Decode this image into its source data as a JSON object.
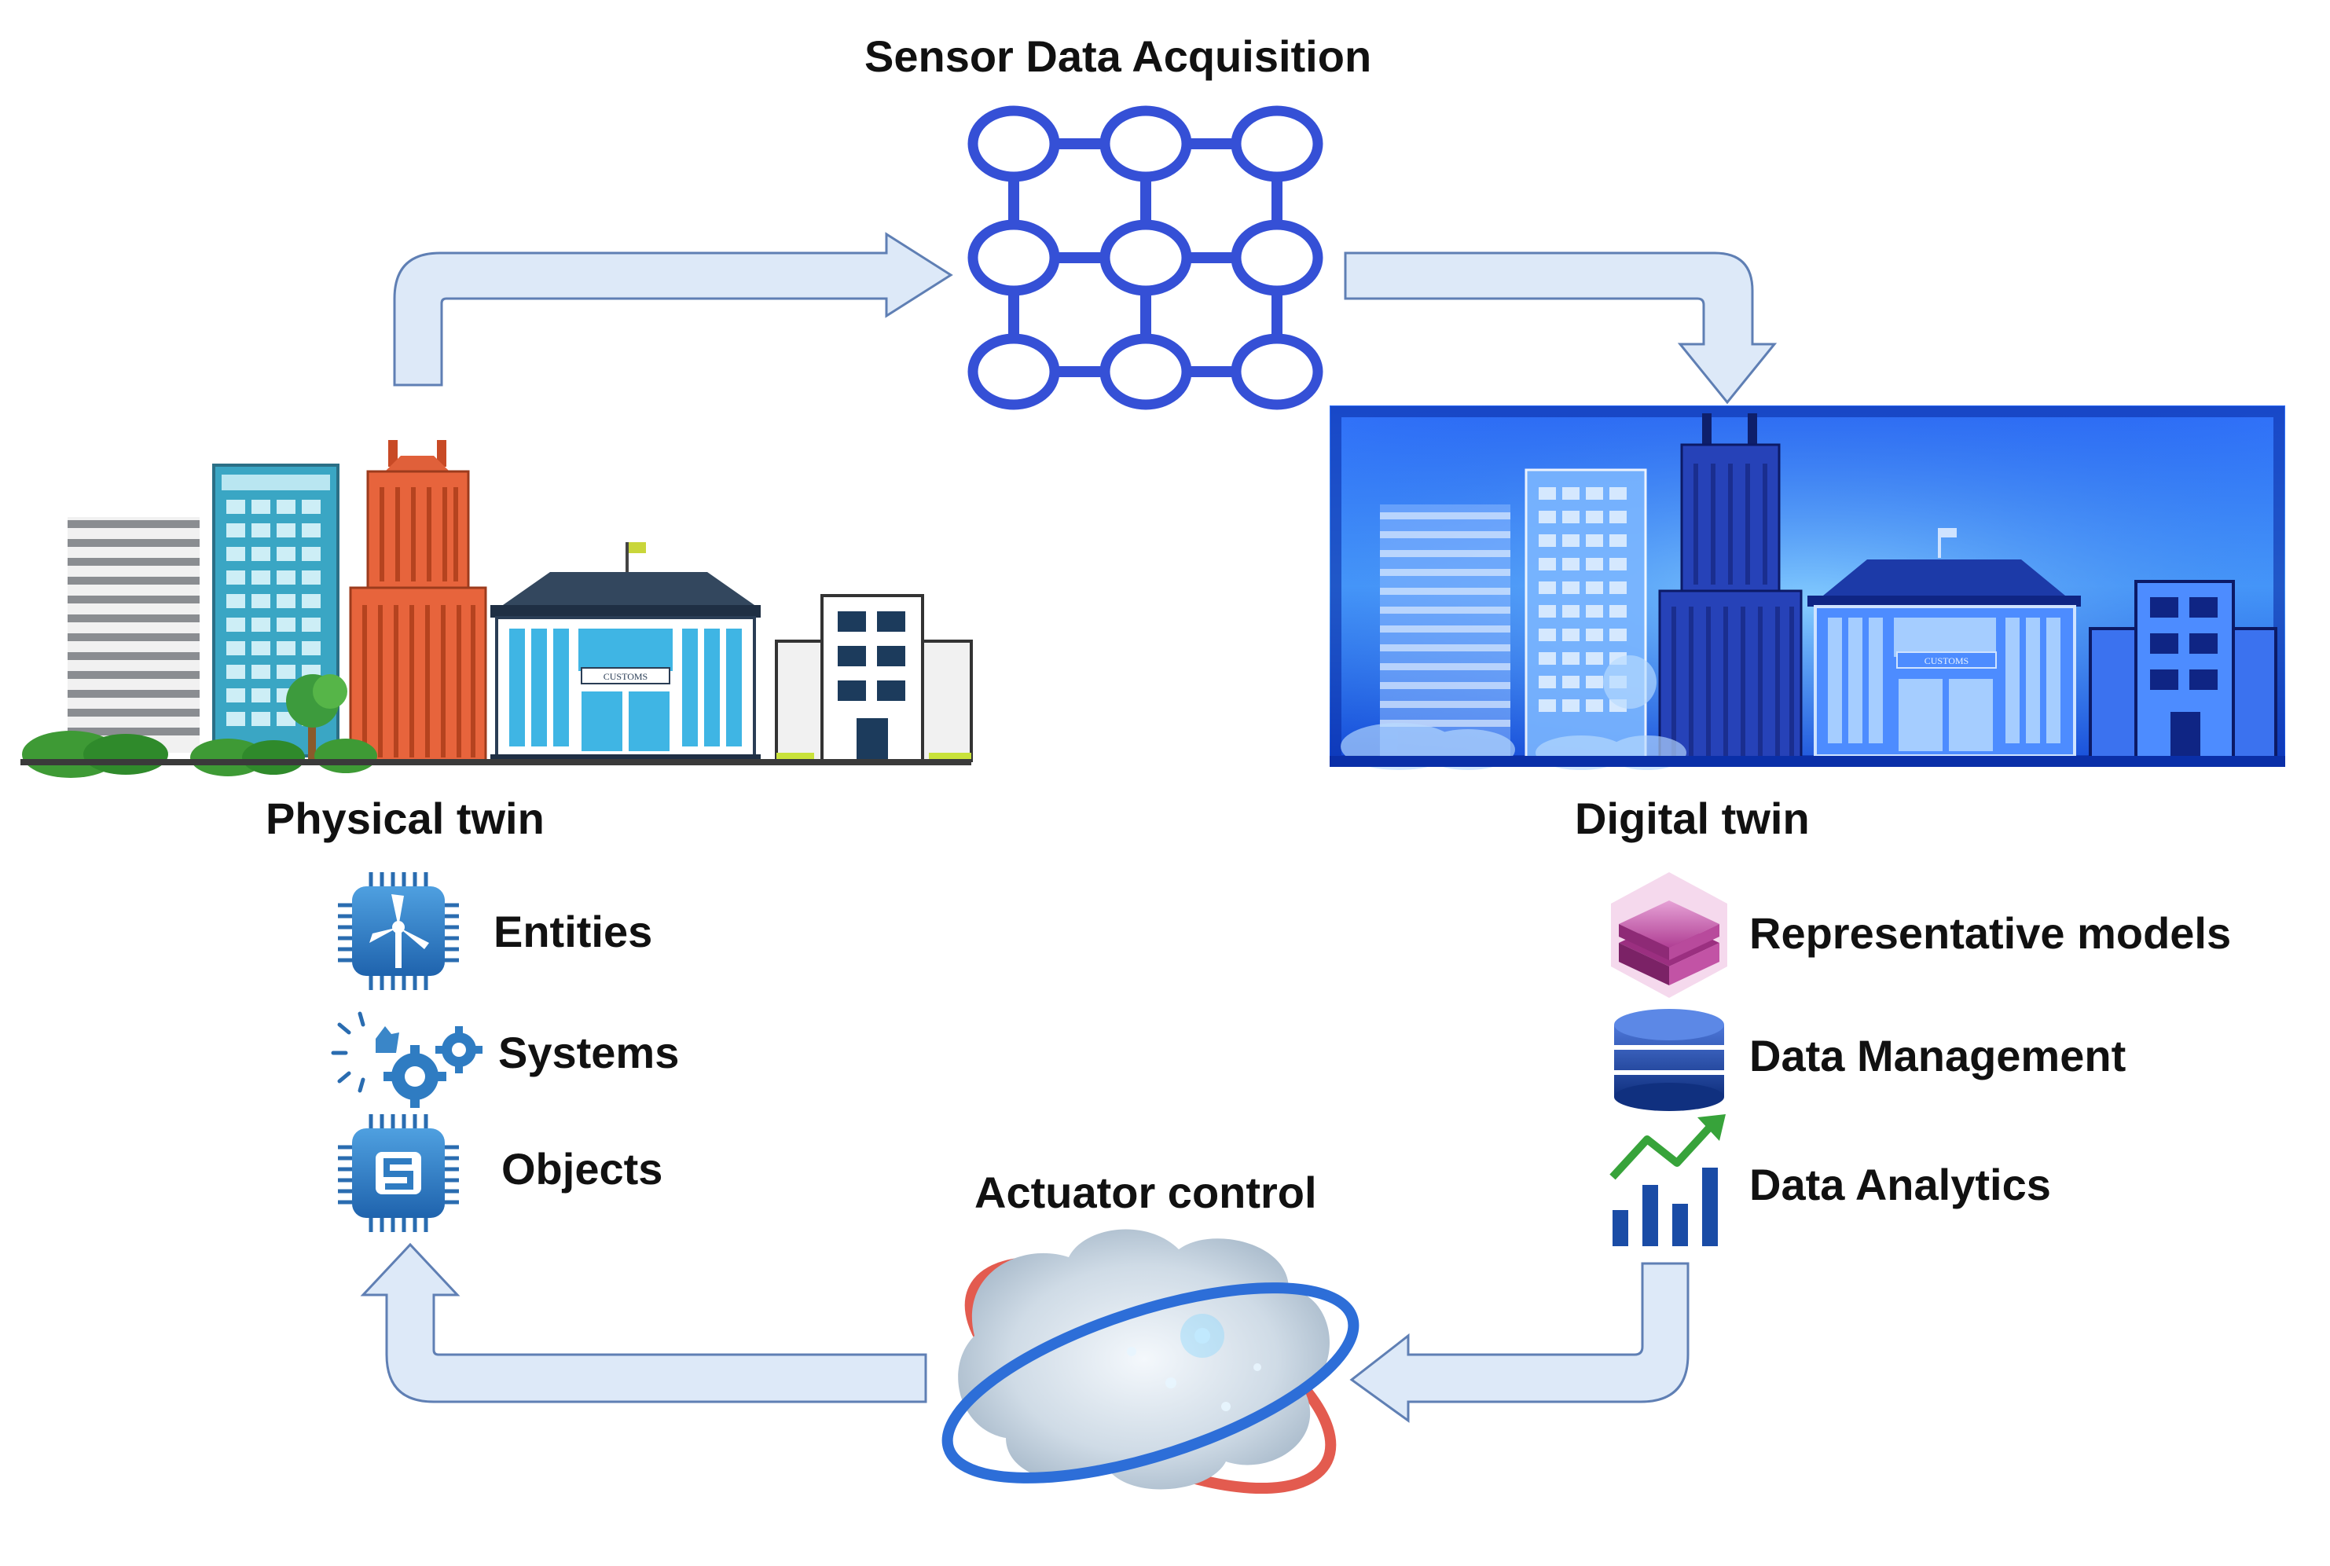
{
  "diagram": {
    "sensor_label": "Sensor Data Acquisition",
    "physical_label": "Physical twin",
    "digital_label": "Digital twin",
    "actuator_label": "Actuator control",
    "physical_items": [
      {
        "label": "Entities",
        "icon": "wind-turbine-chip-icon"
      },
      {
        "label": "Systems",
        "icon": "gears-icon"
      },
      {
        "label": "Objects",
        "icon": "processor-chip-icon"
      }
    ],
    "digital_items": [
      {
        "label": "Representative models",
        "icon": "layered-cube-icon"
      },
      {
        "label": "Data Management",
        "icon": "database-icon"
      },
      {
        "label": "Data Analytics",
        "icon": "bar-chart-trend-icon"
      }
    ],
    "building_signs": {
      "physical": "CUSTOMS",
      "digital": "CUSTOMS"
    },
    "colors": {
      "arrow_fill": "#dde9f8",
      "arrow_stroke": "#5f7fb4",
      "sensor_grid": "#3550d6",
      "digital_panel": "#1f5cf2",
      "text": "#111111"
    }
  }
}
